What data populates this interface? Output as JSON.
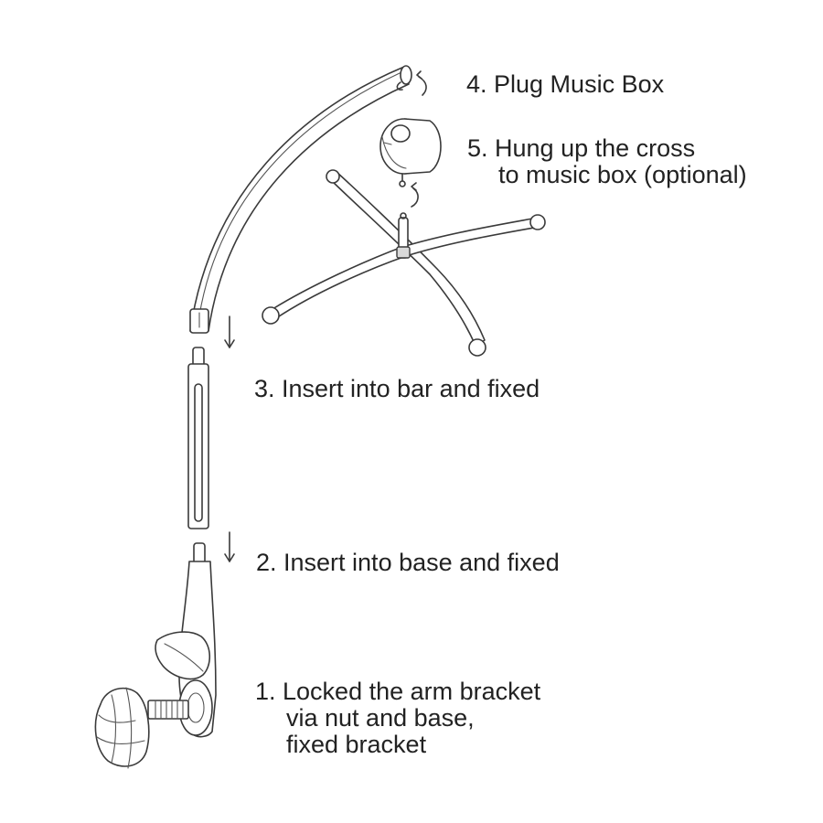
{
  "steps": {
    "step4": {
      "line1": "4. Plug Music Box"
    },
    "step5": {
      "line1": "5. Hung up the cross",
      "line2": "to music box (optional)"
    },
    "step3": {
      "line1": "3. Insert into bar and fixed"
    },
    "step2": {
      "line1": "2. Insert into base and fixed"
    },
    "step1": {
      "line1": "1. Locked the arm bracket",
      "line2": "via nut and base,",
      "line3": "fixed bracket"
    }
  },
  "colors": {
    "text": "#222222",
    "line": "#3a3a3a",
    "background": "#ffffff"
  }
}
